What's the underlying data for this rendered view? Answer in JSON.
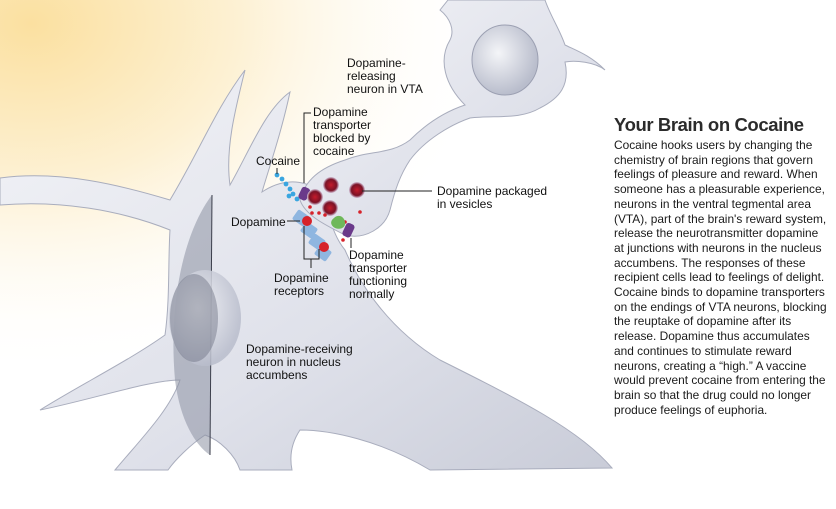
{
  "figure": {
    "colors": {
      "background_glow": "#fbe3a8",
      "neuron_fill": "#e4e6ee",
      "neuron_shadow": "#b9bccb",
      "cocaine_molecules": "#3aa6e0",
      "dopamine_molecules": "#d6222a",
      "transporter": "#6a3a8a",
      "receptor": "#8fb6e0",
      "enzyme": "#6fb85a",
      "vesicle": "#8b1a2e"
    },
    "labels": {
      "releasing_neuron": "Dopamine-\nreleasing\nneuron in VTA",
      "transporter_blocked": "Dopamine\ntransporter\nblocked by\ncocaine",
      "cocaine": "Cocaine",
      "vesicles": "Dopamine packaged\nin vesicles",
      "dopamine": "Dopamine",
      "receptors": "Dopamine\nreceptors",
      "transporter_normal": "Dopamine\ntransporter\nfunctioning\nnormally",
      "receiving_neuron": "Dopamine-receiving\nneuron in nucleus\naccumbens"
    }
  },
  "sidebar": {
    "title": "Your Brain on Cocaine",
    "body": "Cocaine hooks users by changing the chemistry of brain regions that govern feelings of pleasure and reward. When someone has a pleasurable experience, neurons in the ventral tegmental area (VTA), part of the brain's reward system, release the neurotransmitter dopamine at junctions with neurons in the nucleus accumbens. The responses of these recipient cells lead to feelings of delight. Cocaine binds to dopamine transporters on the endings of VTA neurons, blocking the reuptake of dopamine after its release. Dopamine thus accumulates and continues to stimulate reward neurons, creating a “high.” A vaccine would prevent cocaine from entering the brain so that the drug could no longer produce feelings of euphoria."
  }
}
